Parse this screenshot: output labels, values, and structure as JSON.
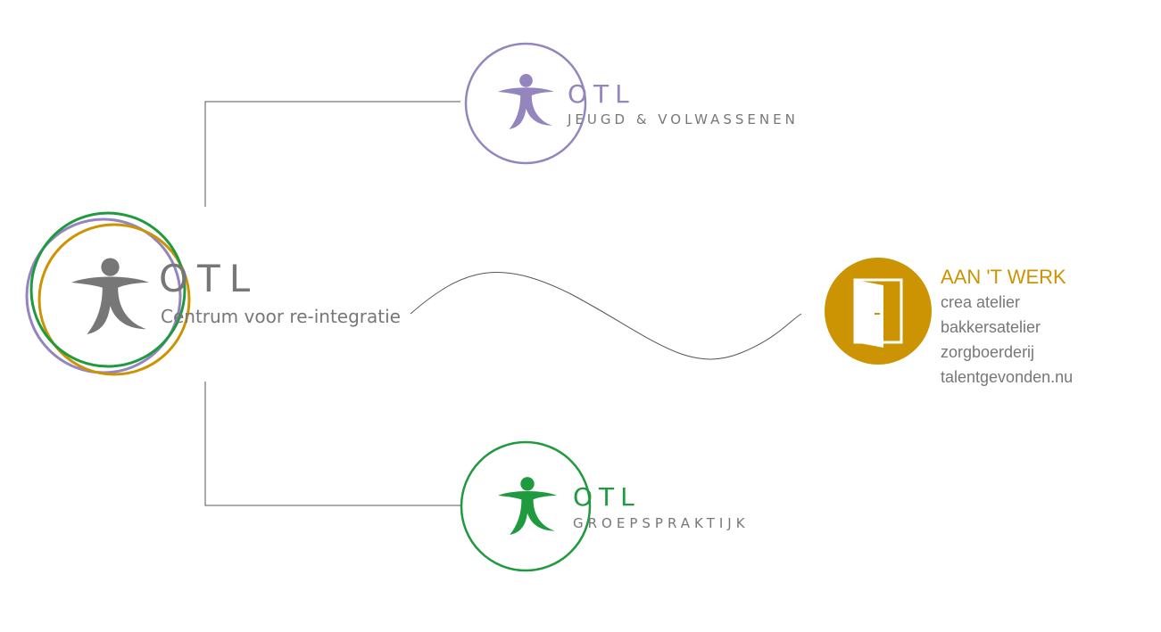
{
  "colors": {
    "grey": "#777777",
    "purple": "#9585bf",
    "green": "#1f9a3f",
    "gold": "#cc9303",
    "line": "#555555",
    "white": "#ffffff"
  },
  "main_logo": {
    "icon": "otl-figure-icon",
    "name": "OTL",
    "subtitle": "Centrum voor re-integratie"
  },
  "youth_logo": {
    "icon": "otl-figure-icon",
    "name": "OTL",
    "subtitle": "JEUGD & VOLWASSENEN"
  },
  "group_logo": {
    "icon": "otl-figure-icon",
    "name": "OTL",
    "subtitle": "GROEPSPRAKTIJK"
  },
  "werk_logo": {
    "icon": "open-door-icon",
    "title": "AAN 'T WERK",
    "items": [
      "crea atelier",
      "bakkersatelier",
      "zorgboerderij",
      "talentgevonden.nu"
    ]
  }
}
